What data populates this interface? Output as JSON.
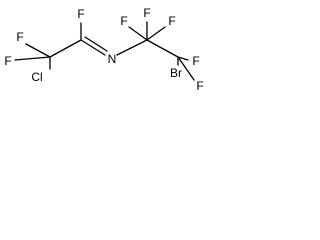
{
  "molecule": {
    "atoms": {
      "f1": "F",
      "f2": "F",
      "f3": "F",
      "cl": "Cl",
      "n": "N",
      "f4": "F",
      "f5": "F",
      "f6": "F",
      "f7": "F",
      "br": "Br",
      "f8": "F"
    },
    "colors": {
      "bond": "#000000",
      "label": "#000000",
      "background": "#ffffff"
    }
  }
}
